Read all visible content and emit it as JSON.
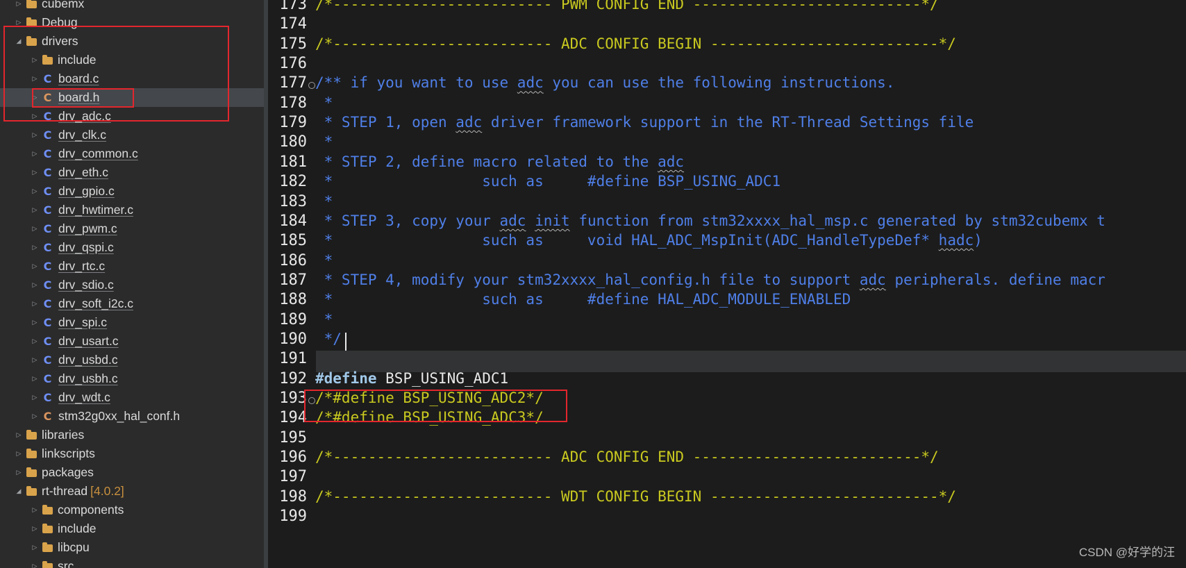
{
  "tree": {
    "items": [
      {
        "label": "cubemx",
        "kind": "folder",
        "depth": 0,
        "state": "collapsed"
      },
      {
        "label": "Debug",
        "kind": "folder",
        "depth": 0,
        "state": "collapsed"
      },
      {
        "label": "drivers",
        "kind": "folder",
        "depth": 0,
        "state": "expanded"
      },
      {
        "label": "include",
        "kind": "folder",
        "depth": 1,
        "state": "collapsed"
      },
      {
        "label": "board.c",
        "kind": "c-source",
        "depth": 1,
        "state": "collapsed"
      },
      {
        "label": "board.h",
        "kind": "c-header",
        "depth": 1,
        "state": "collapsed",
        "selected": true
      },
      {
        "label": "drv_adc.c",
        "kind": "c-source",
        "depth": 1,
        "state": "collapsed"
      },
      {
        "label": "drv_clk.c",
        "kind": "c-source",
        "depth": 1,
        "state": "collapsed"
      },
      {
        "label": "drv_common.c",
        "kind": "c-source",
        "depth": 1,
        "state": "collapsed"
      },
      {
        "label": "drv_eth.c",
        "kind": "c-source",
        "depth": 1,
        "state": "collapsed"
      },
      {
        "label": "drv_gpio.c",
        "kind": "c-source",
        "depth": 1,
        "state": "collapsed"
      },
      {
        "label": "drv_hwtimer.c",
        "kind": "c-source",
        "depth": 1,
        "state": "collapsed"
      },
      {
        "label": "drv_pwm.c",
        "kind": "c-source",
        "depth": 1,
        "state": "collapsed"
      },
      {
        "label": "drv_qspi.c",
        "kind": "c-source",
        "depth": 1,
        "state": "collapsed"
      },
      {
        "label": "drv_rtc.c",
        "kind": "c-source",
        "depth": 1,
        "state": "collapsed"
      },
      {
        "label": "drv_sdio.c",
        "kind": "c-source",
        "depth": 1,
        "state": "collapsed"
      },
      {
        "label": "drv_soft_i2c.c",
        "kind": "c-source",
        "depth": 1,
        "state": "collapsed"
      },
      {
        "label": "drv_spi.c",
        "kind": "c-source",
        "depth": 1,
        "state": "collapsed"
      },
      {
        "label": "drv_usart.c",
        "kind": "c-source",
        "depth": 1,
        "state": "collapsed"
      },
      {
        "label": "drv_usbd.c",
        "kind": "c-source",
        "depth": 1,
        "state": "collapsed"
      },
      {
        "label": "drv_usbh.c",
        "kind": "c-source",
        "depth": 1,
        "state": "collapsed"
      },
      {
        "label": "drv_wdt.c",
        "kind": "c-source",
        "depth": 1,
        "state": "collapsed"
      },
      {
        "label": "stm32g0xx_hal_conf.h",
        "kind": "c-header",
        "depth": 1,
        "state": "collapsed",
        "plain": true
      },
      {
        "label": "libraries",
        "kind": "folder",
        "depth": 0,
        "state": "collapsed"
      },
      {
        "label": "linkscripts",
        "kind": "folder",
        "depth": 0,
        "state": "collapsed"
      },
      {
        "label": "packages",
        "kind": "folder",
        "depth": 0,
        "state": "collapsed"
      },
      {
        "label": "rt-thread",
        "kind": "folder",
        "depth": 0,
        "state": "expanded",
        "version": "[4.0.2]"
      },
      {
        "label": "components",
        "kind": "folder",
        "depth": 1,
        "state": "collapsed"
      },
      {
        "label": "include",
        "kind": "folder",
        "depth": 1,
        "state": "collapsed"
      },
      {
        "label": "libcpu",
        "kind": "folder",
        "depth": 1,
        "state": "collapsed"
      },
      {
        "label": "src",
        "kind": "folder",
        "depth": 1,
        "state": "collapsed"
      }
    ]
  },
  "editor": {
    "lines": [
      {
        "n": "173",
        "segs": [
          {
            "t": "/*------------------------- PWM CONFIG END --------------------------*/",
            "c": "comment"
          }
        ]
      },
      {
        "n": "174",
        "segs": []
      },
      {
        "n": "175",
        "segs": [
          {
            "t": "/*------------------------- ADC CONFIG BEGIN --------------------------*/",
            "c": "comment"
          }
        ]
      },
      {
        "n": "176",
        "segs": []
      },
      {
        "n": "177",
        "fold": true,
        "segs": [
          {
            "t": "/** if you want to use ",
            "c": "doc"
          },
          {
            "t": "adc",
            "c": "doc",
            "sq": true
          },
          {
            "t": " you can use the following instructions.",
            "c": "doc"
          }
        ]
      },
      {
        "n": "178",
        "segs": [
          {
            "t": " *",
            "c": "doc"
          }
        ]
      },
      {
        "n": "179",
        "segs": [
          {
            "t": " * STEP 1, open ",
            "c": "doc"
          },
          {
            "t": "adc",
            "c": "doc",
            "sq": true
          },
          {
            "t": " driver framework support in the RT-Thread Settings file",
            "c": "doc"
          }
        ]
      },
      {
        "n": "180",
        "segs": [
          {
            "t": " *",
            "c": "doc"
          }
        ]
      },
      {
        "n": "181",
        "segs": [
          {
            "t": " * STEP 2, define macro related to the ",
            "c": "doc"
          },
          {
            "t": "adc",
            "c": "doc",
            "sq": true
          }
        ]
      },
      {
        "n": "182",
        "segs": [
          {
            "t": " *                 such as     #define BSP_USING_ADC1",
            "c": "doc"
          }
        ]
      },
      {
        "n": "183",
        "segs": [
          {
            "t": " *",
            "c": "doc"
          }
        ]
      },
      {
        "n": "184",
        "segs": [
          {
            "t": " * STEP 3, copy your ",
            "c": "doc"
          },
          {
            "t": "adc",
            "c": "doc",
            "sq": true
          },
          {
            "t": " ",
            "c": "doc"
          },
          {
            "t": "init",
            "c": "doc",
            "sq": true
          },
          {
            "t": " function from stm32xxxx_hal_msp.c generated by stm32cubemx t",
            "c": "doc"
          }
        ]
      },
      {
        "n": "185",
        "segs": [
          {
            "t": " *                 such as     void HAL_ADC_MspInit(ADC_HandleTypeDef* ",
            "c": "doc"
          },
          {
            "t": "hadc",
            "c": "doc",
            "sq": true
          },
          {
            "t": ")",
            "c": "doc"
          }
        ]
      },
      {
        "n": "186",
        "segs": [
          {
            "t": " *",
            "c": "doc"
          }
        ]
      },
      {
        "n": "187",
        "segs": [
          {
            "t": " * STEP 4, modify your stm32xxxx_hal_config.h file to support ",
            "c": "doc"
          },
          {
            "t": "adc",
            "c": "doc",
            "sq": true
          },
          {
            "t": " peripherals. define macr",
            "c": "doc"
          }
        ]
      },
      {
        "n": "188",
        "segs": [
          {
            "t": " *                 such as     #define HAL_ADC_MODULE_ENABLED",
            "c": "doc"
          }
        ]
      },
      {
        "n": "189",
        "segs": [
          {
            "t": " *",
            "c": "doc"
          }
        ]
      },
      {
        "n": "190",
        "segs": [
          {
            "t": " */",
            "c": "doc"
          }
        ]
      },
      {
        "n": "191",
        "segs": []
      },
      {
        "n": "192",
        "segs": [
          {
            "t": "#define",
            "c": "kw"
          },
          {
            "t": " BSP_USING_ADC1",
            "c": "plain"
          }
        ]
      },
      {
        "n": "193",
        "fold": true,
        "segs": [
          {
            "t": "/*#define BSP_USING_ADC2*/",
            "c": "comment"
          }
        ]
      },
      {
        "n": "194",
        "segs": [
          {
            "t": "/*#define BSP_USING_ADC3*/",
            "c": "comment"
          }
        ]
      },
      {
        "n": "195",
        "segs": []
      },
      {
        "n": "196",
        "segs": [
          {
            "t": "/*------------------------- ADC CONFIG END --------------------------*/",
            "c": "comment"
          }
        ]
      },
      {
        "n": "197",
        "segs": []
      },
      {
        "n": "198",
        "segs": [
          {
            "t": "/*------------------------- WDT CONFIG BEGIN --------------------------*/",
            "c": "comment"
          }
        ]
      },
      {
        "n": "199",
        "segs": []
      }
    ]
  },
  "watermark": "CSDN @好学的汪",
  "colors": {
    "comment": "#c9c920",
    "doc": "#4f7fe8",
    "keyword": "#a0c8e8",
    "highlight": "#e3262d"
  }
}
